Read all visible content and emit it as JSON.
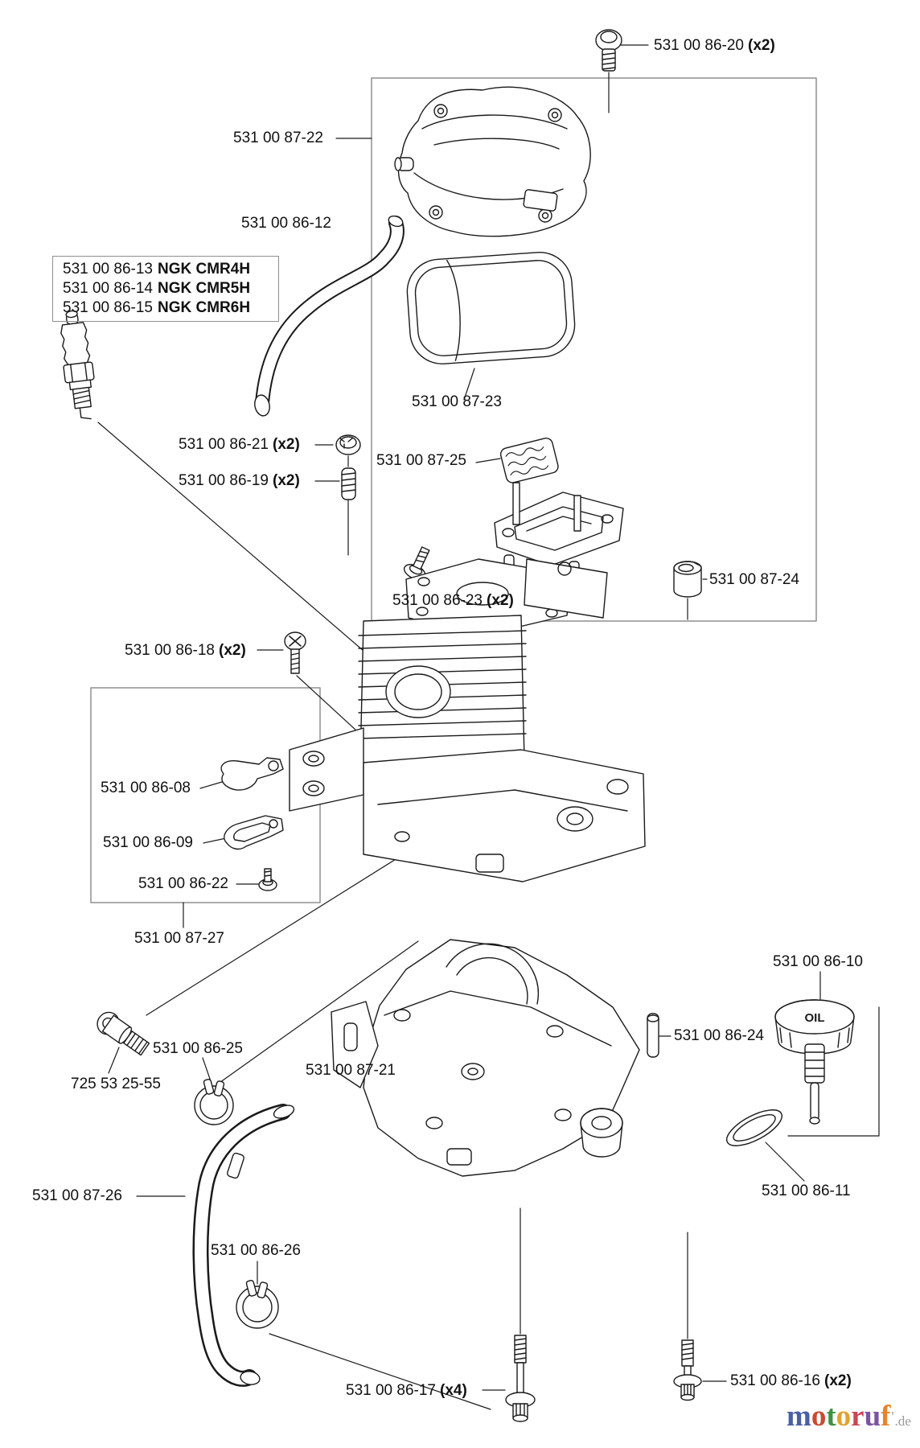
{
  "diagram_title": "engine cylinder and crankcase exploded parts diagram",
  "labels": {
    "p86_20": {
      "num": "531 00 86-20",
      "qty": "(x2)"
    },
    "p87_22": {
      "num": "531 00 87-22"
    },
    "p86_12": {
      "num": "531 00 86-12"
    },
    "p87_23": {
      "num": "531 00 87-23"
    },
    "p86_21": {
      "num": "531 00 86-21",
      "qty": "(x2)"
    },
    "p87_25": {
      "num": "531 00 87-25"
    },
    "p86_19": {
      "num": "531 00 86-19",
      "qty": "(x2)"
    },
    "p86_23": {
      "num": "531 00 86-23",
      "qty": "(x2)"
    },
    "p87_24": {
      "num": "531 00 87-24"
    },
    "p86_18": {
      "num": "531 00 86-18",
      "qty": "(x2)"
    },
    "p86_08": {
      "num": "531 00 86-08"
    },
    "p86_09": {
      "num": "531 00 86-09"
    },
    "p86_22": {
      "num": "531 00 86-22"
    },
    "p87_27": {
      "num": "531 00 87-27"
    },
    "p86_10": {
      "num": "531 00 86-10"
    },
    "p86_24": {
      "num": "531 00 86-24"
    },
    "p87_21": {
      "num": "531 00 87-21"
    },
    "p725": {
      "num": "725 53 25-55"
    },
    "p86_25": {
      "num": "531 00 86-25"
    },
    "p87_26": {
      "num": "531 00 87-26"
    },
    "p86_11": {
      "num": "531 00 86-11"
    },
    "p86_26": {
      "num": "531 00 86-26"
    },
    "p86_17": {
      "num": "531 00 86-17",
      "qty": "(x4)"
    },
    "p86_16": {
      "num": "531 00 86-16",
      "qty": "(x2)"
    }
  },
  "ngk_box": {
    "rows": [
      {
        "num": "531 00 86-13",
        "code": "NGK CMR4H"
      },
      {
        "num": "531 00 86-14",
        "code": "NGK CMR5H"
      },
      {
        "num": "531 00 86-15",
        "code": "NGK CMR6H"
      }
    ]
  },
  "oil_cap_text": "OIL",
  "watermark": {
    "letters": [
      {
        "ch": "m",
        "color": "#4a5fa5"
      },
      {
        "ch": "o",
        "color": "#c84b32"
      },
      {
        "ch": "t",
        "color": "#3e9242"
      },
      {
        "ch": "o",
        "color": "#e0a32e"
      },
      {
        "ch": "r",
        "color": "#cc4455"
      },
      {
        "ch": "u",
        "color": "#7a55a2"
      },
      {
        "ch": "f",
        "color": "#e8832a"
      }
    ],
    "tick": "'",
    "tick_color": "#b0b0b0",
    "suffix": ".de",
    "suffix_color": "#9a9a9a"
  },
  "colors": {
    "line": "#1a1a1a",
    "box": "#8f8f8f",
    "background": "#ffffff"
  }
}
